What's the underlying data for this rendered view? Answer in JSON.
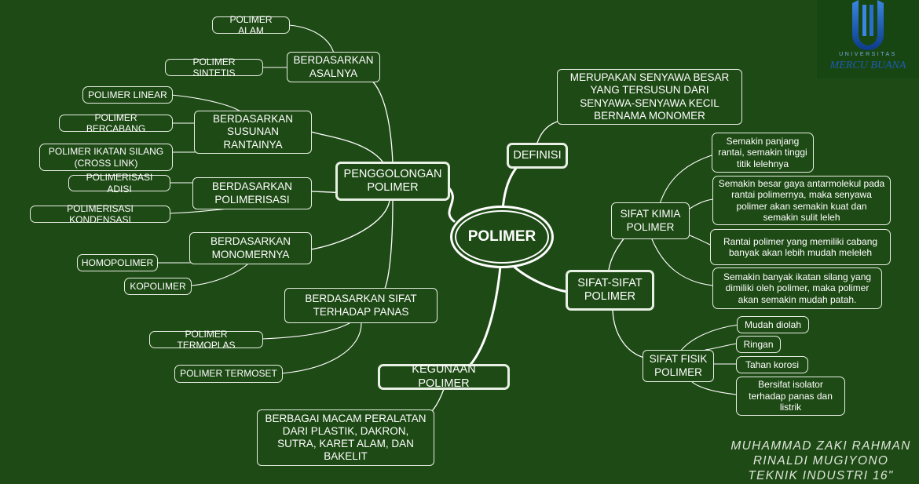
{
  "root": "POLIMER",
  "branches": {
    "definisi": "DEFINISI",
    "penggolongan": "PENGGOLONGAN POLIMER",
    "sifat": "SIFAT-SIFAT POLIMER",
    "kegunaan": "KEGUNAAN POLIMER"
  },
  "definisi": {
    "text": "MERUPAKAN SENYAWA BESAR YANG TERSUSUN DARI SENYAWA-SENYAWA KECIL BERNAMA MONOMER"
  },
  "penggolongan": {
    "asalnya": {
      "label": "BERDASARKAN ASALNYA",
      "items": [
        "POLIMER ALAM",
        "POLIMER SINTETIS"
      ]
    },
    "susunan": {
      "label": "BERDASARKAN SUSUNAN RANTAINYA",
      "items": [
        "POLIMER LINEAR",
        "POLIMER BERCABANG",
        "POLIMER IKATAN SILANG (CROSS LINK)"
      ]
    },
    "polimerisasi": {
      "label": "BERDASARKAN POLIMERISASI",
      "items": [
        "POLIMERISASI ADISI",
        "POLIMERISASI KONDENSASI"
      ]
    },
    "monomer": {
      "label": "BERDASARKAN MONOMERNYA",
      "items": [
        "HOMOPOLIMER",
        "KOPOLIMER"
      ]
    },
    "panas": {
      "label": "BERDASARKAN SIFAT TERHADAP PANAS",
      "items": [
        "POLIMER TERMOPLAS",
        "POLIMER TERMOSET"
      ]
    }
  },
  "sifat": {
    "kimia": {
      "label": "SIFAT KIMIA POLIMER",
      "items": [
        "Semakin panjang rantai, semakin tinggi titik lelehnya",
        "Semakin besar gaya antarmolekul pada rantai polimernya, maka senyawa polimer akan semakin kuat dan semakin sulit leleh",
        "Rantai polimer yang memiliki cabang banyak akan lebih mudah meleleh",
        "Semakin banyak ikatan silang yang dimiliki oleh polimer, maka polimer akan semakin mudah patah."
      ]
    },
    "fisik": {
      "label": "SIFAT FISIK POLIMER",
      "items": [
        "Mudah diolah",
        "Ringan",
        "Tahan korosi",
        "Bersifat isolator terhadap panas dan listrik"
      ]
    }
  },
  "kegunaan": {
    "text": "BERBAGAI MACAM PERALATAN DARI PLASTIK, DAKRON, SUTRA, KARET ALAM, DAN BAKELIT"
  },
  "logo": {
    "sub": "UNIVERSITAS",
    "name": "MERCU BUANA",
    "icon": "mercu-buana-logo-icon",
    "colors": [
      "#1b5fc2",
      "#3a86e0",
      "#0d3b8a"
    ]
  },
  "credits": [
    "MUHAMMAD ZAKI RAHMAN",
    "RINALDI MUGIYONO",
    "TEKNIK INDUSTRI 16\""
  ],
  "colors": {
    "background": "#1e4a15",
    "line": "#ffffff",
    "node_border": "#e8efe4"
  }
}
